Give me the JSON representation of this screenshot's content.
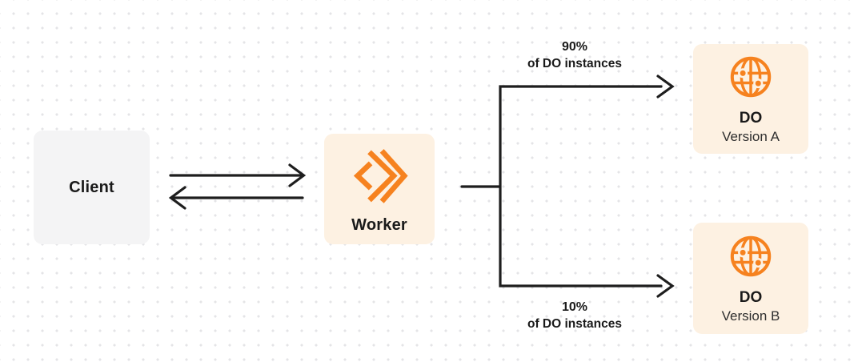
{
  "colors": {
    "accent_orange": "#f6821f",
    "node_cream_bg": "#fdf1e2",
    "node_gray_bg": "#f4f4f5",
    "line_dark": "#1e1e1e",
    "text_primary": "#1a1a1a",
    "text_secondary": "#2e2e2e",
    "dot_grid": "#e4e4e7",
    "canvas_bg": "#ffffff"
  },
  "nodes": {
    "client": {
      "label": "Client"
    },
    "worker": {
      "label": "Worker",
      "icon": "workers-icon"
    },
    "version_a": {
      "title": "DO",
      "subtitle": "Version A",
      "icon": "globe-icon"
    },
    "version_b": {
      "title": "DO",
      "subtitle": "Version B",
      "icon": "globe-icon"
    }
  },
  "edge_labels": {
    "top": {
      "percent": "90%",
      "caption": "of DO instances"
    },
    "bottom": {
      "percent": "10%",
      "caption": "of DO instances"
    }
  }
}
